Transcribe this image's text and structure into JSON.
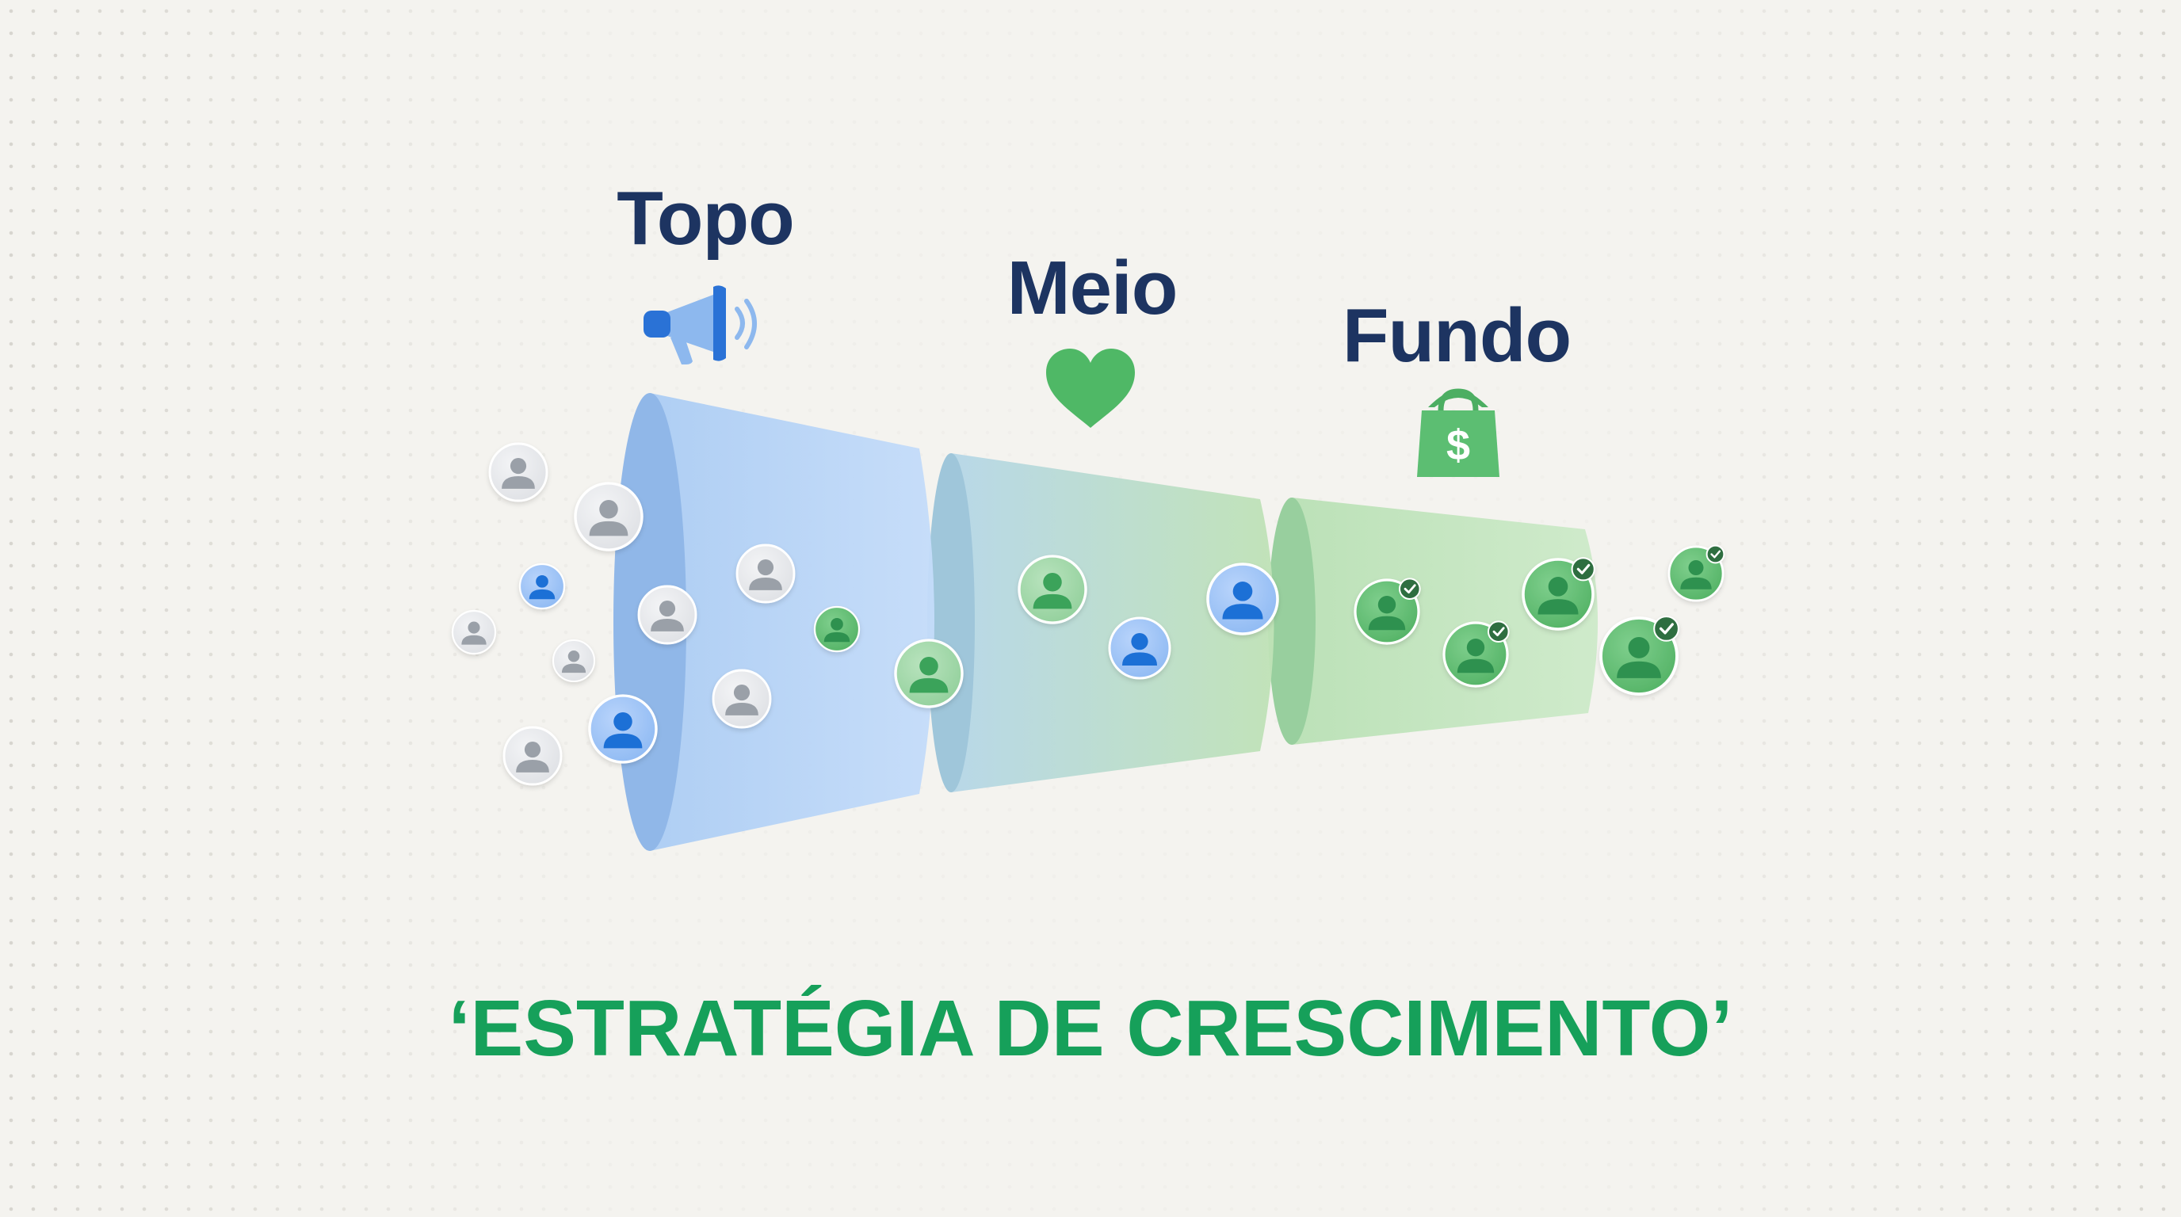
{
  "stages": [
    {
      "id": "topo",
      "label": "Topo",
      "icon": "megaphone-icon",
      "color": "#8db8ee"
    },
    {
      "id": "meio",
      "label": "Meio",
      "icon": "heart-icon",
      "color": "#5cba6a"
    },
    {
      "id": "fundo",
      "label": "Fundo",
      "icon": "shopping-bag-dollar-icon",
      "color": "#7cc98a"
    }
  ],
  "caption": "‘ESTRATÉGIA DE CRESCIMENTO’",
  "bag_symbol": "$",
  "colors": {
    "background": "#f4f3ef",
    "label": "#1d3461",
    "caption": "#16a05a",
    "person_gray": "#9aa0a8",
    "person_blue": "#1f6fd6",
    "person_green": "#2f9150",
    "check": "#2f6e3f"
  },
  "people": {
    "gray": "person-gray-icon",
    "blue": "person-blue-icon",
    "green": "person-green-icon",
    "converted": "person-converted-icon"
  }
}
